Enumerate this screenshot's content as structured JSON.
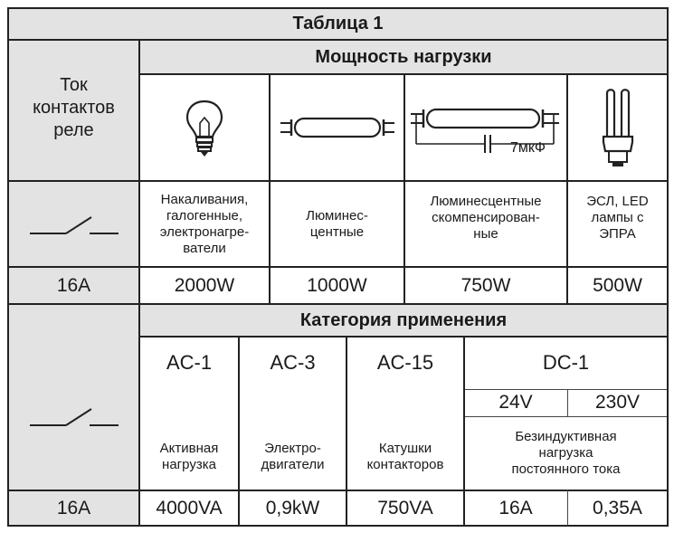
{
  "table": {
    "title": "Таблица 1",
    "current_header": "Ток\nконтактов\nреле",
    "power_header": "Мощность нагрузки",
    "capacitor_label": "7мкФ",
    "load_types": [
      "Накаливания,\nгалогенные,\nэлектронагре-\nватели",
      "Люминес-\nцентные",
      "Люминесцентные\nскомпенсирован-\nные",
      "ЭСЛ, LED\nлампы с\nЭПРА"
    ],
    "row1_current": "16A",
    "power_values": [
      "2000W",
      "1000W",
      "750W",
      "500W"
    ],
    "category_header": "Категория применения",
    "categories": [
      "AC-1",
      "AC-3",
      "AC-15",
      "DC-1"
    ],
    "dc_voltages": [
      "24V",
      "230V"
    ],
    "category_descriptions": [
      "Активная\nнагрузка",
      "Электро-\nдвигатели",
      "Катушки\nконтакторов",
      "Безиндуктивная\nнагрузка\nпостоянного тока"
    ],
    "row2_current": "16A",
    "category_values": [
      "4000VA",
      "0,9kW",
      "750VA",
      "16A",
      "0,35A"
    ]
  }
}
